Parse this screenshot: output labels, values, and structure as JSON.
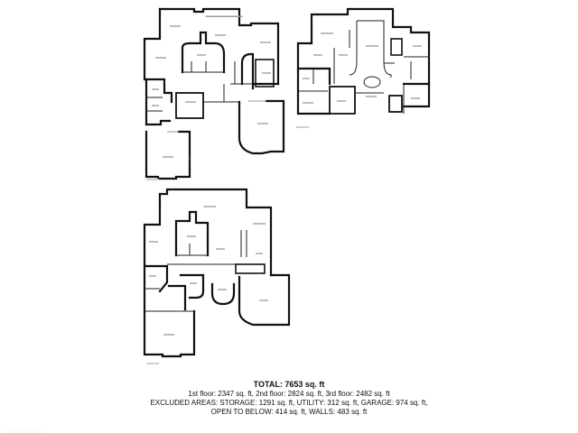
{
  "summary": {
    "total": "TOTAL: 7653 sq. ft",
    "floors": "1st floor: 2347 sq. ft, 2nd floor: 2824 sq. ft, 3rd floor: 2482 sq. ft",
    "excluded": "EXCLUDED AREAS: STORAGE: 1291 sq. ft, UTILITY: 312 sq. ft, GARAGE: 974 sq. ft,",
    "open_walls": "OPEN TO BELOW: 414 sq. ft, WALLS: 483 sq. ft"
  },
  "colors": {
    "wall": "#111111",
    "background": "#ffffff",
    "label": "#bdbdbd"
  },
  "plans": [
    {
      "id": "floor-plan-top-left"
    },
    {
      "id": "floor-plan-top-right"
    },
    {
      "id": "floor-plan-bottom"
    }
  ]
}
